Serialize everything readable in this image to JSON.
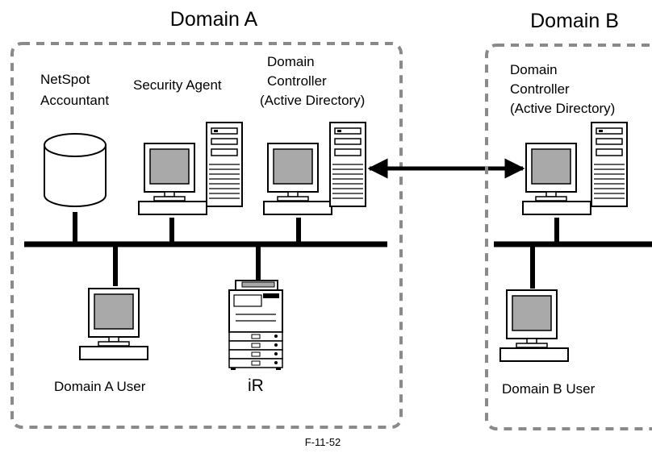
{
  "domain_a": {
    "title": "Domain A",
    "accountant_label": [
      "NetSpot",
      "Accountant"
    ],
    "security_agent_label": "Security Agent",
    "controller_label": [
      "Domain",
      "Controller",
      "(Active Directory)"
    ],
    "user_label": "Domain A User",
    "printer_label": "iR"
  },
  "domain_b": {
    "title": "Domain B",
    "controller_label": [
      "Domain",
      "Controller",
      "(Active Directory)"
    ],
    "user_label": "Domain B User"
  },
  "caption": "F-11-52",
  "colors": {
    "line": "#000000",
    "border_dash": "#8a8a8a",
    "screen": "#a9a9a9",
    "panel": "#ffffff"
  },
  "icons": [
    "database-icon",
    "computer-icon",
    "tower-icon",
    "printer-icon"
  ]
}
